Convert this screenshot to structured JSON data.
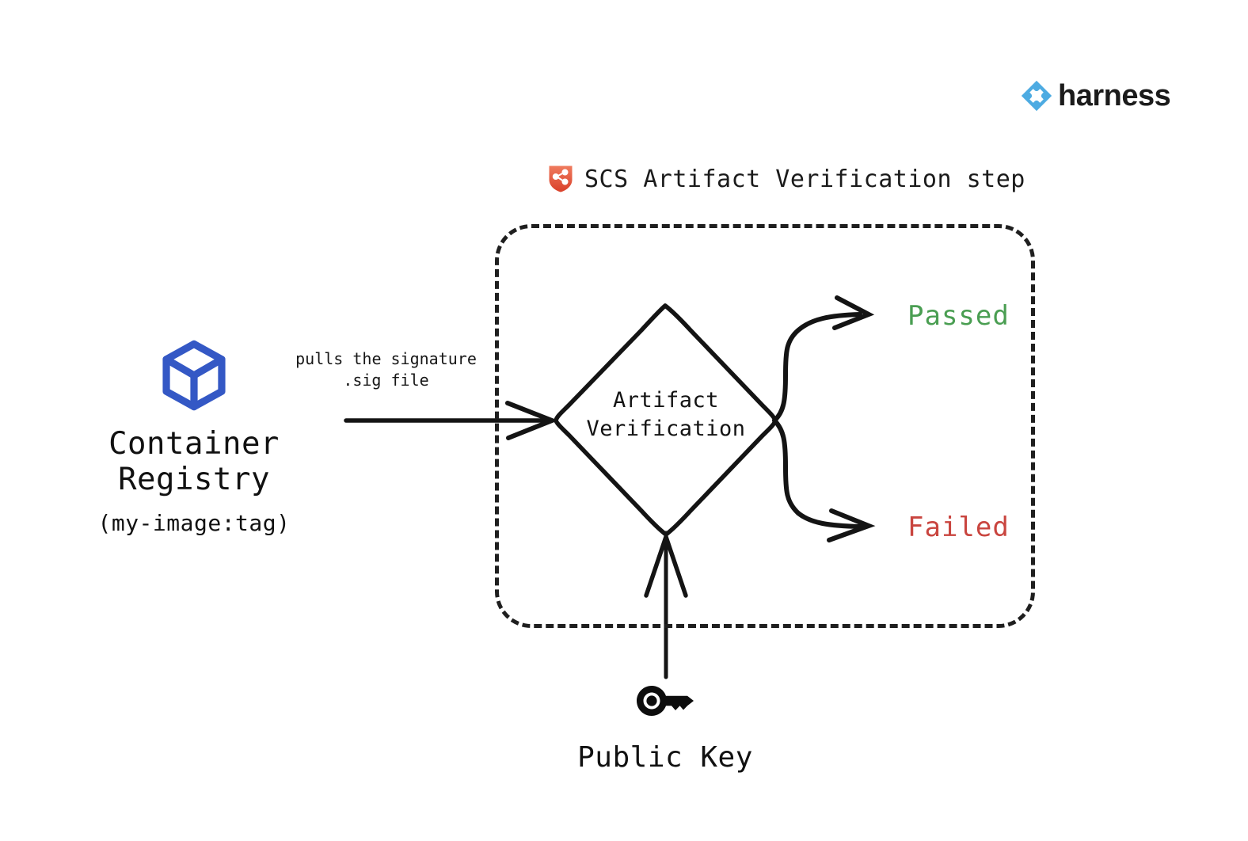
{
  "brand": {
    "name": "harness",
    "logo_icon": "harness-diamond-icon",
    "logo_color": "#4dabe2",
    "wordmark_color": "#1b1b1b"
  },
  "step": {
    "icon": "scs-shield-icon",
    "icon_color": "#e0523b",
    "title": "SCS Artifact Verification step",
    "boundary_style": "dashed"
  },
  "nodes": {
    "registry": {
      "icon": "cube-icon",
      "icon_color": "#3458c5",
      "label": "Container Registry",
      "sublabel": "(my-image:tag)"
    },
    "decision": {
      "shape": "diamond",
      "line1": "Artifact",
      "line2": "Verification"
    },
    "public_key": {
      "icon": "key-icon",
      "icon_color": "#0d0d0d",
      "label": "Public Key"
    }
  },
  "edges": {
    "pull_signature": {
      "line1": "pulls the signature",
      "line2": ".sig file"
    }
  },
  "outcomes": [
    {
      "label": "Passed",
      "color": "#4a9e52",
      "name": "passed"
    },
    {
      "label": "Failed",
      "color": "#c9453f",
      "name": "failed"
    }
  ]
}
